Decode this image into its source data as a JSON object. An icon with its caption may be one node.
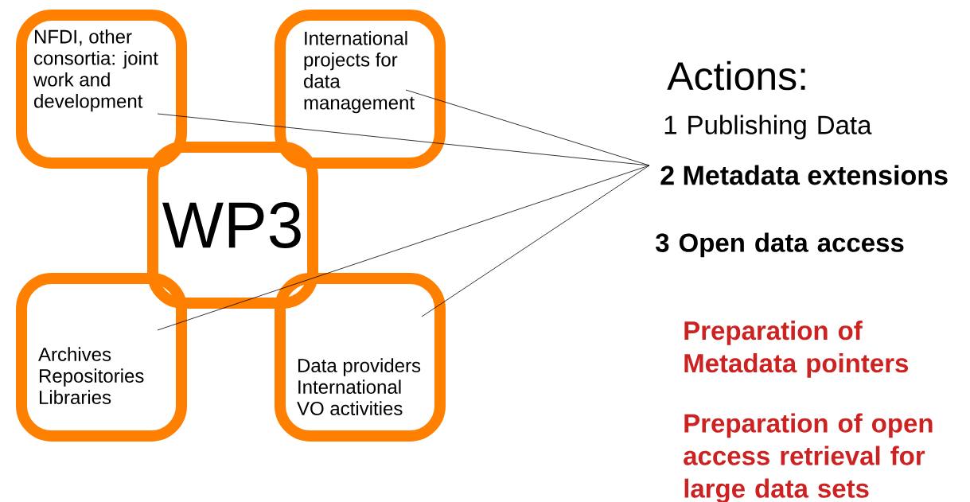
{
  "diagram": {
    "nodes": [
      {
        "text": [
          "NFDI, other consortia: joint work and development"
        ]
      },
      {
        "text": [
          "International projects for data management"
        ]
      },
      {
        "text": [
          "WP3"
        ]
      },
      {
        "text": [
          "Archives Repositories Libraries"
        ]
      },
      {
        "text": [
          "Data providers International VO activities"
        ]
      },
      {
        "text": [
          "2 Metadata extensions"
        ]
      }
    ],
    "edges": [
      {
        "from": 0,
        "to": 5,
        "arrow": "none"
      },
      {
        "from": 1,
        "to": 5,
        "arrow": "none"
      },
      {
        "from": 3,
        "to": 5,
        "arrow": "none"
      },
      {
        "from": 4,
        "to": 5,
        "arrow": "none"
      }
    ],
    "labels": [
      "Actions:",
      "1 Publishing Data",
      "3 Open data access",
      "Preparation of Metadata pointers",
      "Preparation of open access retrieval for large data sets"
    ]
  }
}
